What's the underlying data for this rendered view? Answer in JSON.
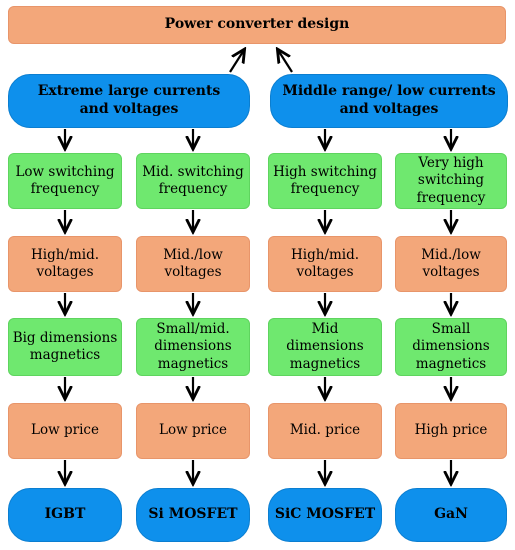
{
  "title": "Power converter design",
  "groups": [
    {
      "label": "Extreme large currents and voltages"
    },
    {
      "label": "Middle range/ low currents and voltages"
    }
  ],
  "columns": [
    {
      "frequency": "Low switching frequency",
      "voltage": "High/mid. voltages",
      "magnetics": "Big dimensions magnetics",
      "price": "Low price",
      "device": "IGBT"
    },
    {
      "frequency": "Mid. switching frequency",
      "voltage": "Mid./low voltages",
      "magnetics": "Small/mid. dimensions magnetics",
      "price": "Low price",
      "device": "Si MOSFET"
    },
    {
      "frequency": "High switching frequency",
      "voltage": "High/mid. voltages",
      "magnetics": "Mid dimensions magnetics",
      "price": "Mid. price",
      "device": "SiC MOSFET"
    },
    {
      "frequency": "Very high switching frequency",
      "voltage": "Mid./low voltages",
      "magnetics": "Small dimensions magnetics",
      "price": "High price",
      "device": "GaN"
    }
  ]
}
